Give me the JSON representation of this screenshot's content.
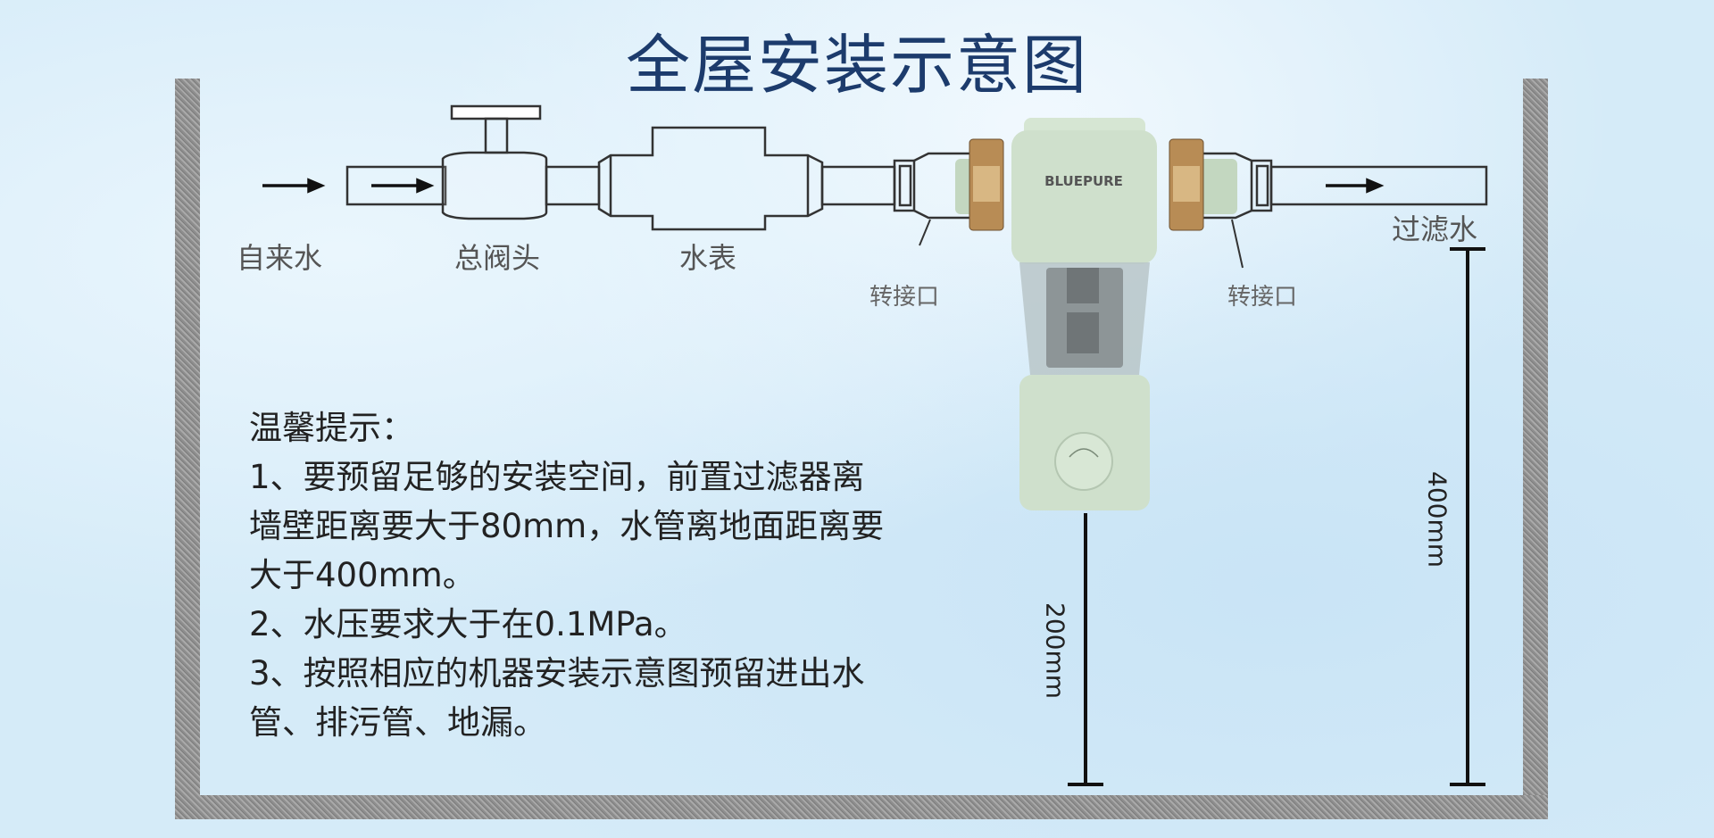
{
  "title": "全屋安装示意图",
  "labels": {
    "tap_water": "自来水",
    "main_valve": "总阀头",
    "water_meter": "水表",
    "adapter_left": "转接口",
    "adapter_right": "转接口",
    "filtered_water": "过滤水"
  },
  "product": {
    "brand": "BLUEPURE"
  },
  "tips": {
    "heading": "温馨提示：",
    "lines": [
      "1、要预留足够的安装空间，前置过滤器离",
      "墙壁距离要大于80mm，水管离地面距离要",
      "大于400mm。",
      "2、水压要求大于在0.1MPa。",
      "3、按照相应的机器安装示意图预留进出水",
      "管、排污管、地漏。"
    ]
  },
  "dimensions": {
    "filter_to_floor": "200mm",
    "pipe_to_floor": "400mm"
  },
  "colors": {
    "title": "#1c3b6c",
    "filter_body": "#cfe0cc",
    "brass": "#c9a66b",
    "wall": "#9a9a9a"
  }
}
